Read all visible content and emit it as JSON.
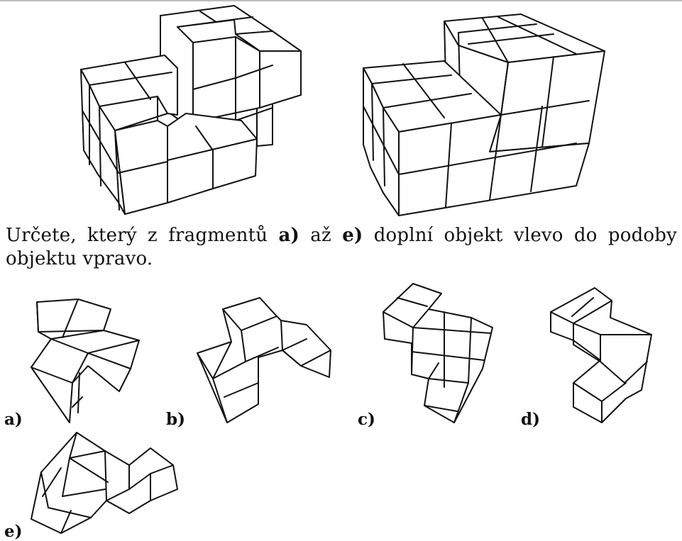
{
  "question": {
    "p1": "Určete, který z fragmentů ",
    "from": "a)",
    "p2": " až ",
    "to": "e)",
    "p3": " doplní objekt vlevo do podoby objektu vpravo."
  },
  "options": [
    "a)",
    "b)",
    "c)",
    "d)",
    "e)"
  ],
  "colors": {
    "stroke": "#111111",
    "face": "#ffffff",
    "rule": "#bdbdbd"
  }
}
